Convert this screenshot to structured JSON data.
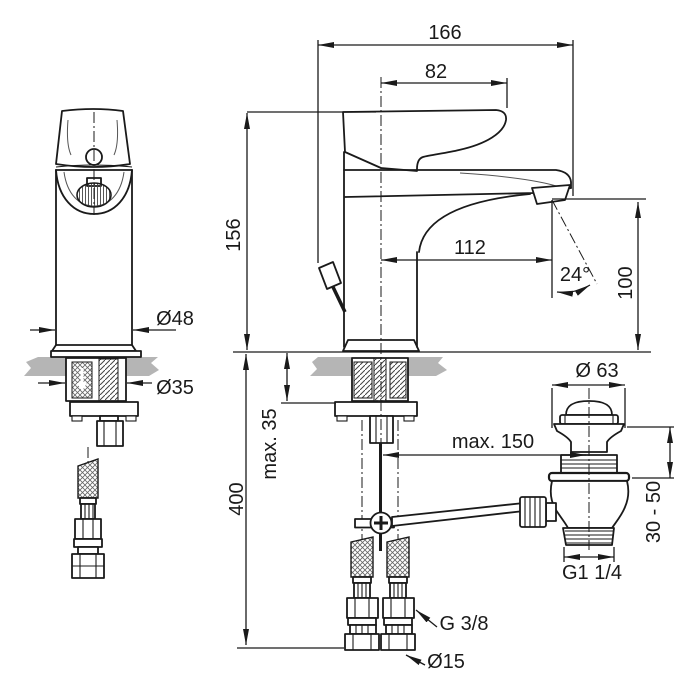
{
  "drawing": {
    "kind": "installation dimension drawing",
    "product": "single-lever basin mixer with pop-up waste",
    "colors": {
      "line": "#1a1a1a",
      "counter_surface": "#b5b5b5",
      "background": "#ffffff"
    },
    "dims": {
      "overall_width": "166",
      "handle_reach": "82",
      "body_height": "156",
      "spout_reach": "112",
      "spout_angle": "24°",
      "outlet_height": "100",
      "body_dia": "Ø48",
      "hole_dia": "Ø35",
      "deck_thickness": "max. 35",
      "hose_length": "400",
      "rod_length": "max. 150",
      "waste_cap_dia": "Ø 63",
      "waste_adjust_range": "30 - 50",
      "waste_thread": "G1 1/4",
      "supply_thread": "G 3/8",
      "pipe_dia": "Ø15"
    }
  }
}
